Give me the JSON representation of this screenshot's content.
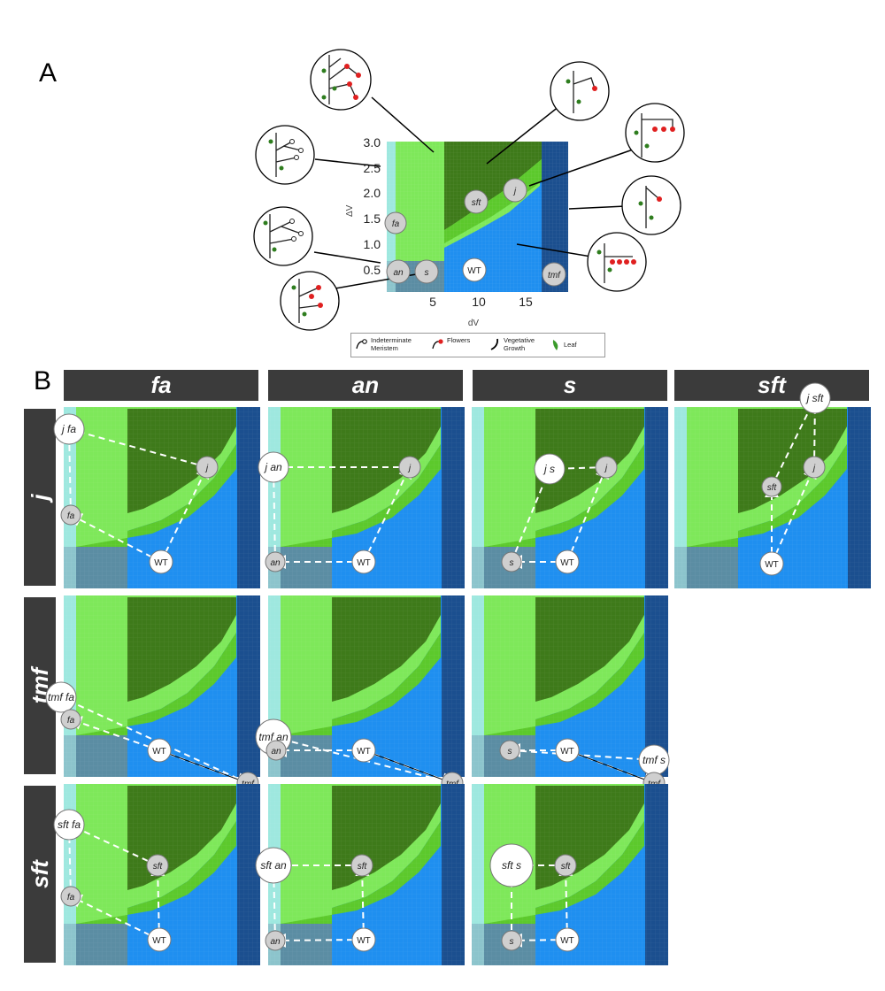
{
  "panel_a": {
    "label": "A",
    "ytick_labels": [
      "3.0",
      "2.5",
      "2.0",
      "1.5",
      "1.0",
      "0.5"
    ],
    "xtick_labels": [
      "5",
      "10",
      "15"
    ],
    "ylabel": "ΔV",
    "xlabel": "dV",
    "nodes": [
      {
        "name": "fa",
        "kind": "mutant"
      },
      {
        "name": "an",
        "kind": "mutant"
      },
      {
        "name": "s",
        "kind": "mutant"
      },
      {
        "name": "WT",
        "kind": "wildtype"
      },
      {
        "name": "tmf",
        "kind": "mutant"
      },
      {
        "name": "sft",
        "kind": "mutant"
      },
      {
        "name": "j",
        "kind": "mutant"
      }
    ],
    "legend": [
      {
        "icon": "indeterminate-meristem-icon",
        "label_line1": "Indeterminate",
        "label_line2": "Meristem"
      },
      {
        "icon": "flowers-icon",
        "label_line1": "Flowers",
        "label_line2": ""
      },
      {
        "icon": "vegetative-growth-icon",
        "label_line1": "Vegetative",
        "label_line2": "Growth"
      },
      {
        "icon": "leaf-icon",
        "label_line1": "Leaf",
        "label_line2": ""
      }
    ]
  },
  "panel_b": {
    "label": "B",
    "column_headers": [
      "fa",
      "an",
      "s",
      "sft"
    ],
    "row_headers": [
      "j",
      "tmf",
      "sft"
    ],
    "cells": [
      {
        "row": 0,
        "col": 0,
        "labels": [
          "j fa",
          "fa",
          "WT",
          "j"
        ]
      },
      {
        "row": 0,
        "col": 1,
        "labels": [
          "j an",
          "an",
          "WT",
          "j"
        ]
      },
      {
        "row": 0,
        "col": 2,
        "labels": [
          "j s",
          "s",
          "WT",
          "j"
        ]
      },
      {
        "row": 0,
        "col": 3,
        "labels": [
          "j sft",
          "sft",
          "WT",
          "j"
        ]
      },
      {
        "row": 1,
        "col": 0,
        "labels": [
          "tmf fa",
          "fa",
          "WT",
          "tmf"
        ]
      },
      {
        "row": 1,
        "col": 1,
        "labels": [
          "tmf an",
          "an",
          "WT",
          "tmf"
        ]
      },
      {
        "row": 1,
        "col": 2,
        "labels": [
          "tmf s",
          "s",
          "WT",
          "tmf"
        ]
      },
      {
        "row": 2,
        "col": 0,
        "labels": [
          "sft fa",
          "fa",
          "WT",
          "sft"
        ]
      },
      {
        "row": 2,
        "col": 1,
        "labels": [
          "sft an",
          "an",
          "WT",
          "sft"
        ]
      },
      {
        "row": 2,
        "col": 2,
        "labels": [
          "sft s",
          "s",
          "WT",
          "sft"
        ]
      }
    ]
  },
  "colors": {
    "light_cyan": "#9ee8df",
    "light_green": "#7ee85a",
    "mid_green": "#5cc92c",
    "dark_green": "#3e7a1a",
    "blue": "#1f8ff0",
    "dark_blue": "#1b4f8f",
    "gray_blue": "#5b8da3",
    "header_bg": "#3b3b3b",
    "node_gray": "#cfcfcf"
  }
}
